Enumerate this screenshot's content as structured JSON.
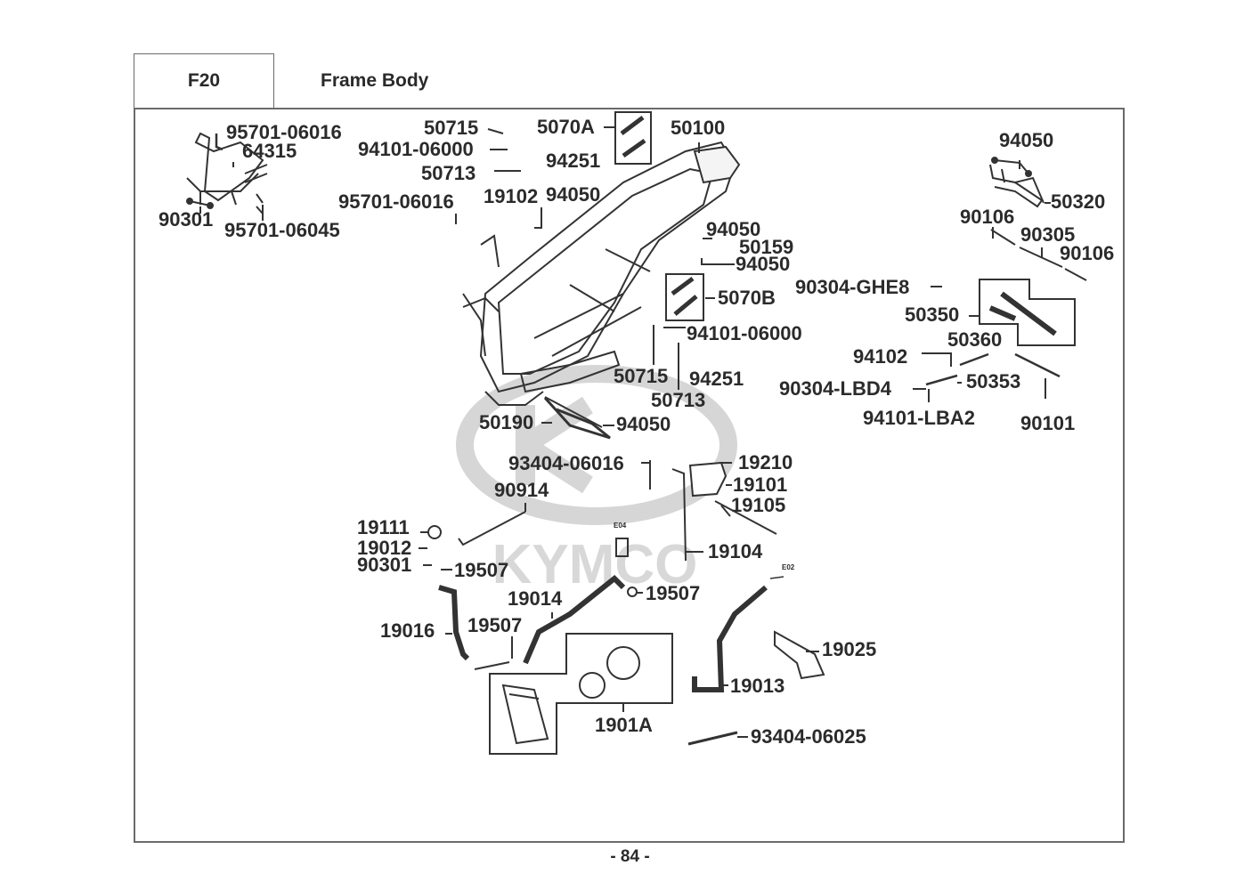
{
  "header": {
    "section_code": "F20",
    "section_title": "Frame Body"
  },
  "watermark": {
    "brand": "KYMCO",
    "color": "#d4d4d4"
  },
  "page_number": "- 84 -",
  "callouts": {
    "c01": "95701-06016",
    "c02": "64315",
    "c03": "90301",
    "c04": "95701-06045",
    "c05": "50715",
    "c06": "94101-06000",
    "c07": "50713",
    "c08": "95701-06016",
    "c09": "19102",
    "c10": "94050",
    "c11": "5070A",
    "c12": "94251",
    "c13": "50100",
    "c14": "94050",
    "c15": "50159",
    "c16": "94050",
    "c17": "5070B",
    "c18": "94101-06000",
    "c19": "50715",
    "c20": "94251",
    "c21": "50713",
    "c22": "94050",
    "c23": "50320",
    "c24": "90106",
    "c25": "90305",
    "c26": "90106",
    "c27": "90304-GHE8",
    "c28": "50350",
    "c29": "50360",
    "c30": "94102",
    "c31": "90304-LBD4",
    "c32": "50353",
    "c33": "94101-LBA2",
    "c34": "90101",
    "c35": "50190",
    "c36": "94050",
    "c37": "93404-06016",
    "c38": "90914",
    "c39": "19210",
    "c40": "19101",
    "c41": "19105",
    "c42": "19104",
    "c43": "19111",
    "c44": "19012",
    "c45": "90301",
    "c46": "19507",
    "c47": "19014",
    "c48": "19507",
    "c49": "19016",
    "c50": "19507",
    "c51": "1901A",
    "c52": "19013",
    "c53": "19025",
    "c54": "93404-06025",
    "c55": "E04",
    "c56": "E02"
  }
}
